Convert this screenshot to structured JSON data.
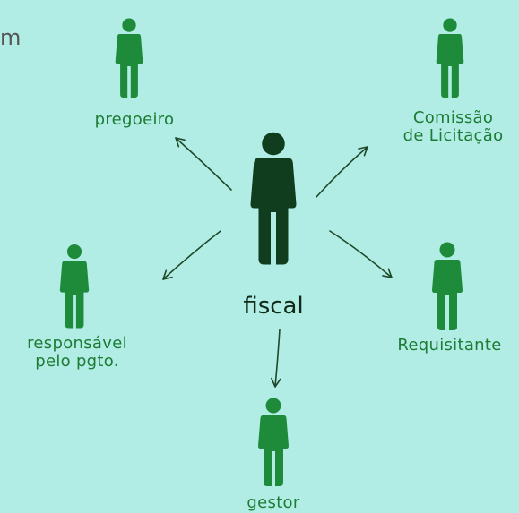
{
  "corner_text": "m",
  "center": {
    "label": "fiscal",
    "color": "#0f3d1d"
  },
  "nodes": {
    "pregoeiro": {
      "label": "pregoeiro"
    },
    "comissao": {
      "line1": "Comissão",
      "line2": "de Licitação"
    },
    "responsavel": {
      "line1": "responsável",
      "line2": "pelo pgto."
    },
    "requisitante": {
      "label": "Requisitante"
    },
    "gestor": {
      "label": "gestor"
    }
  },
  "colors": {
    "background": "#b1ece5",
    "person": "#1d8b3a",
    "center_person": "#0f3d1d",
    "text": "#1c7c33",
    "arrow": "#1e4a2a"
  },
  "icons": {
    "person": "person-icon"
  }
}
